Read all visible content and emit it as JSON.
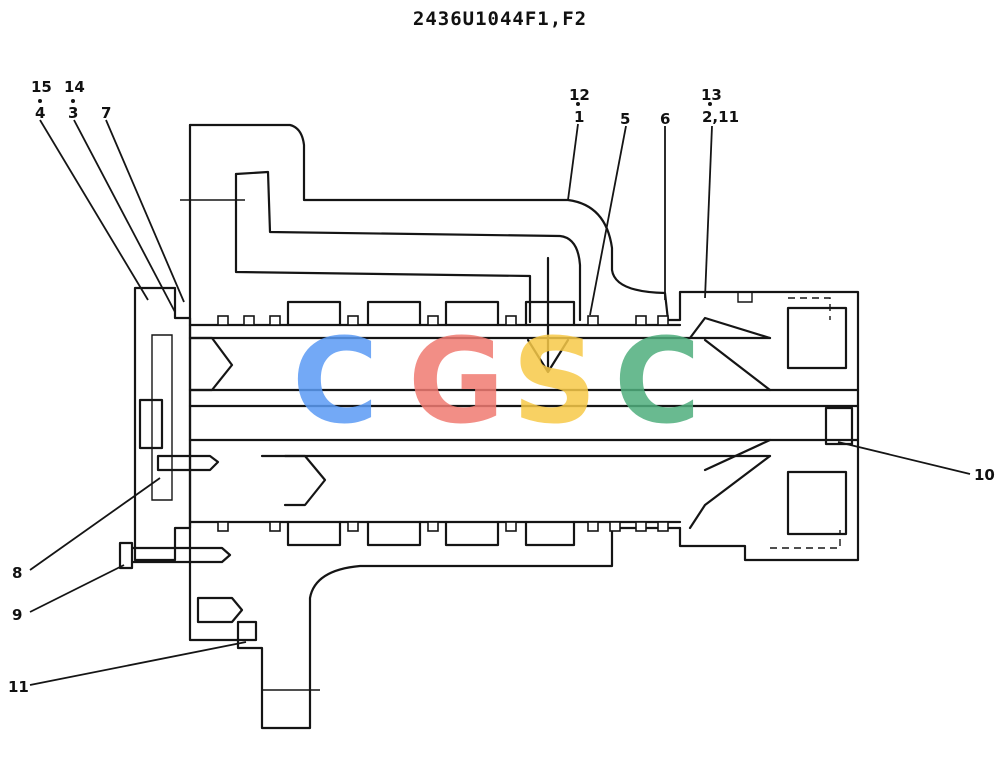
{
  "title": "2436U1044F1,F2",
  "callouts": {
    "c15": "15",
    "c14": "14",
    "c4": "4",
    "c3": "3",
    "c7": "7",
    "c12": "12",
    "c1": "1",
    "c5": "5",
    "c6": "6",
    "c13": "13",
    "c2_11": "2,11",
    "c10": "10",
    "c8": "8",
    "c9": "9",
    "c11": "11"
  },
  "watermark": {
    "letters": [
      "C",
      "G",
      "S",
      "C"
    ],
    "colors": [
      "#5b9bf5",
      "#f07b72",
      "#f7c948",
      "#4fae7d"
    ]
  }
}
